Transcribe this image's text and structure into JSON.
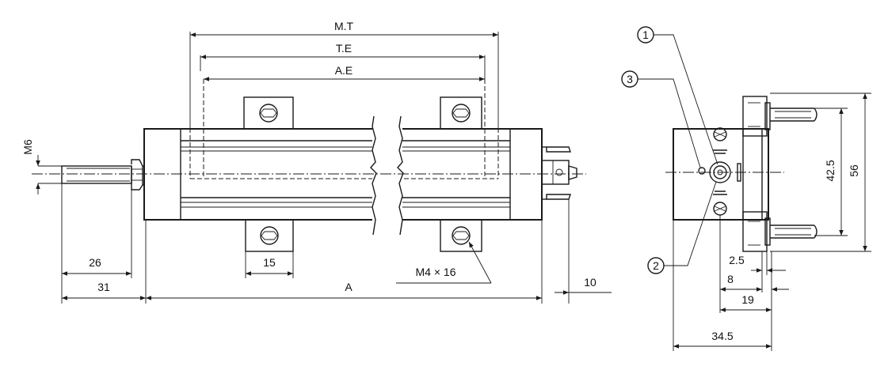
{
  "side_view": {
    "labels": {
      "mt": "M.T",
      "te": "T.E",
      "ae": "A.E",
      "m6": "M6",
      "d26": "26",
      "d31": "31",
      "d15": "15",
      "a": "A",
      "m4x16": "M4 × 16",
      "d10": "10"
    }
  },
  "end_view": {
    "callouts": [
      "1",
      "2",
      "3"
    ],
    "labels": {
      "d42_5": "42.5",
      "d56": "56",
      "d2_5": "2.5",
      "d8": "8",
      "d19": "19",
      "d34_5": "34.5"
    }
  },
  "colors": {
    "line": "#1a1a1a",
    "background": "#ffffff"
  }
}
